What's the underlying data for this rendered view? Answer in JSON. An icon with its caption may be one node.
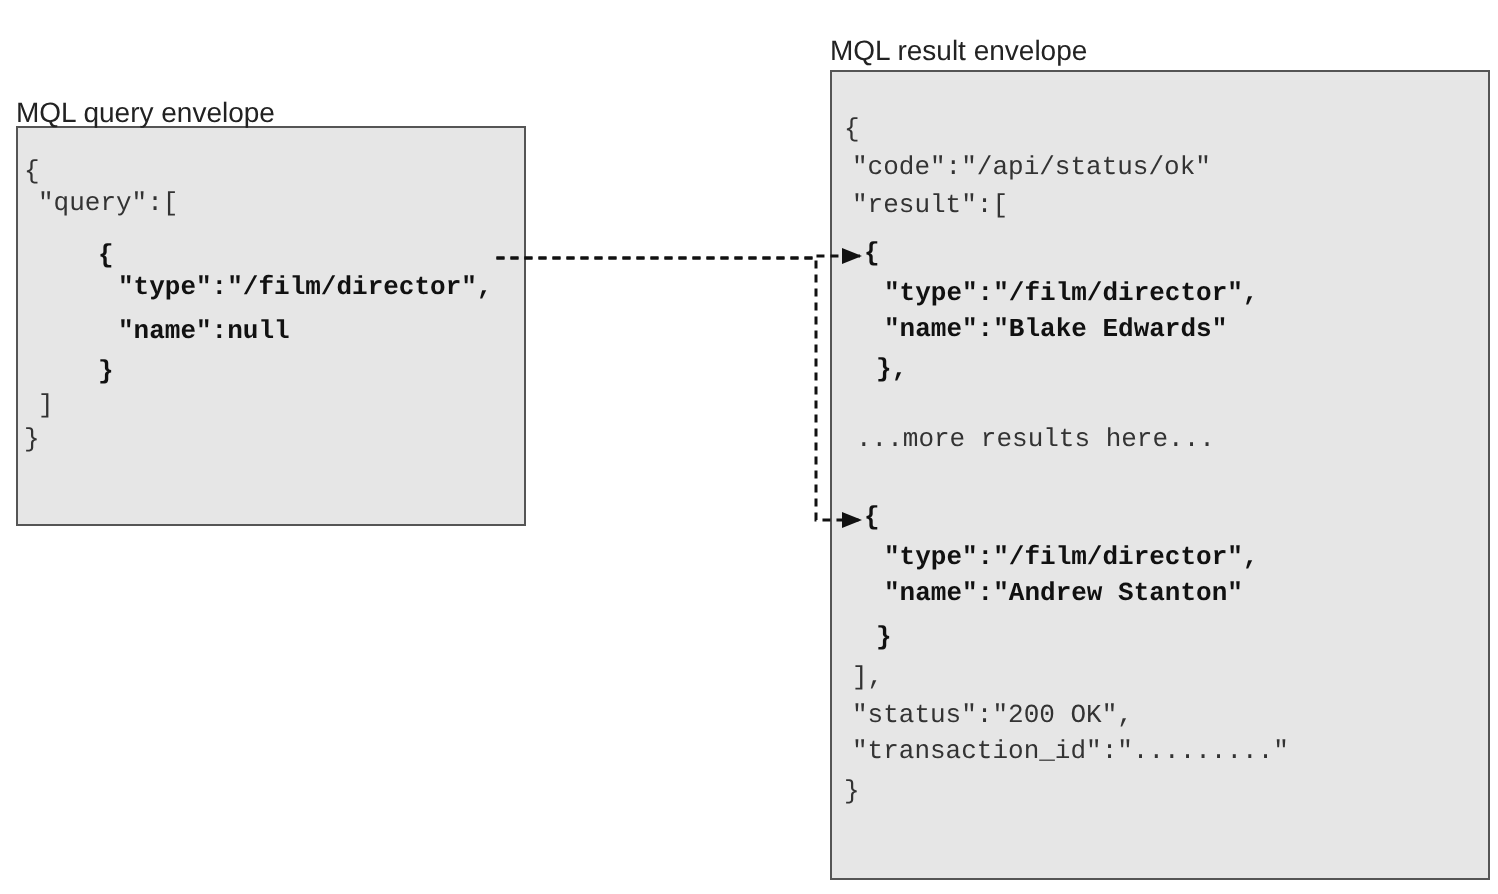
{
  "diagram": {
    "nodes": [
      {
        "text": [
          "MQL query envelope"
        ]
      },
      {
        "text": [
          "{",
          "\"type\":\"/film/director\",",
          "\"name\":null",
          "}"
        ],
        "in": 0
      },
      {
        "text": [
          "MQL result envelope"
        ]
      },
      {
        "text": [
          "{",
          "\"type\":\"/film/director\",",
          "\"name\":\"Blake Edwards\"",
          "**}**,"
        ],
        "in": 2
      },
      {
        "text": [
          "{",
          "\"type\":\"/film/director\",",
          "\"name\":\"Andrew Stanton\"",
          "}"
        ],
        "in": 2
      }
    ],
    "edges": [
      {
        "from": 1,
        "to": 3,
        "arrow": "to",
        "style": "dashed"
      },
      {
        "from": 1,
        "to": 4,
        "arrow": "to",
        "style": "dashed"
      }
    ],
    "labels": [
      "{",
      "\"query\":[",
      "]",
      "}",
      "{",
      "\"code\":\"/api/status/ok\"",
      "\"result\":[",
      "...more results here...",
      "],",
      "\"status\":\"200 OK\",",
      "\"transaction_id\":\".........\"",
      "}"
    ]
  }
}
